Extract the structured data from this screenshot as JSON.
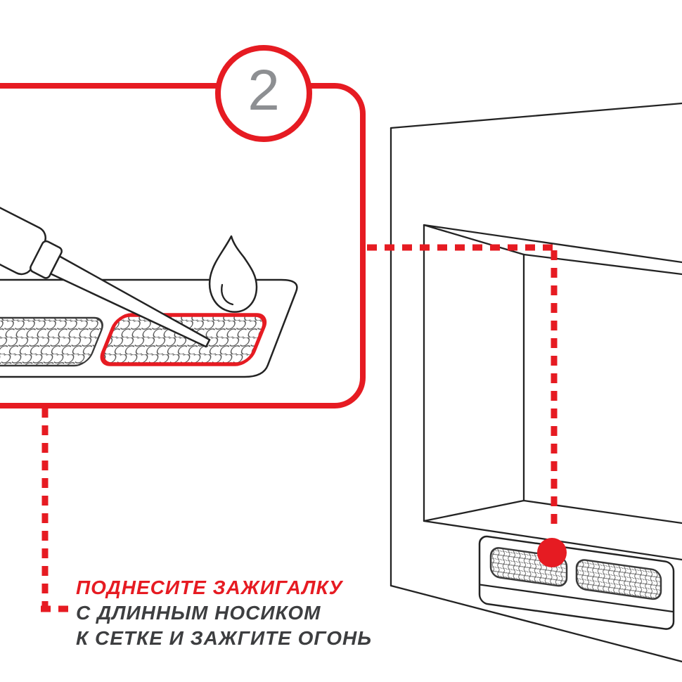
{
  "step_badge": {
    "number": "2"
  },
  "caption": {
    "line1": "ПОДНЕСИТЕ ЗАЖИГАЛКУ",
    "line2": "С ДЛИННЫМ НОСИКОМ",
    "line3": "К СЕТКЕ И ЗАЖГИТЕ ОГОНЬ"
  },
  "colors": {
    "accent_red": "#e61b22",
    "caption_dark": "#3d3e40",
    "step_number_gray": "#8d8f92",
    "line_art_black": "#232323"
  },
  "icons": {
    "lighter": "long-nose-lighter-icon",
    "flame": "flame-icon",
    "mesh_left": "burner-mesh-panel-icon",
    "mesh_right": "burner-mesh-panel-highlighted-icon",
    "fireplace": "fireplace-niche-drawing",
    "target_dot": "target-dot-marker",
    "step_circle": "step-circle-badge"
  }
}
